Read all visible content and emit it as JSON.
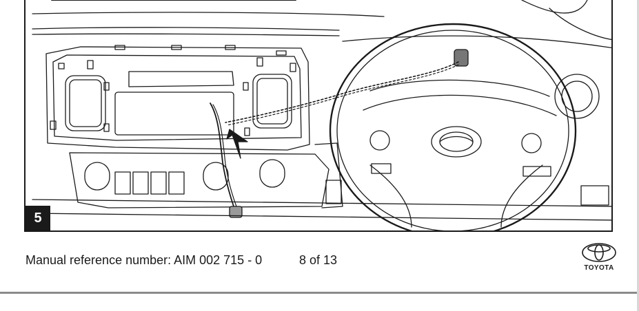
{
  "figure": {
    "step_number": "5"
  },
  "footer": {
    "reference": "Manual reference number: AIM 002 715 - 0",
    "page": "8 of 13"
  },
  "brand": {
    "name": "TOYOTA"
  }
}
